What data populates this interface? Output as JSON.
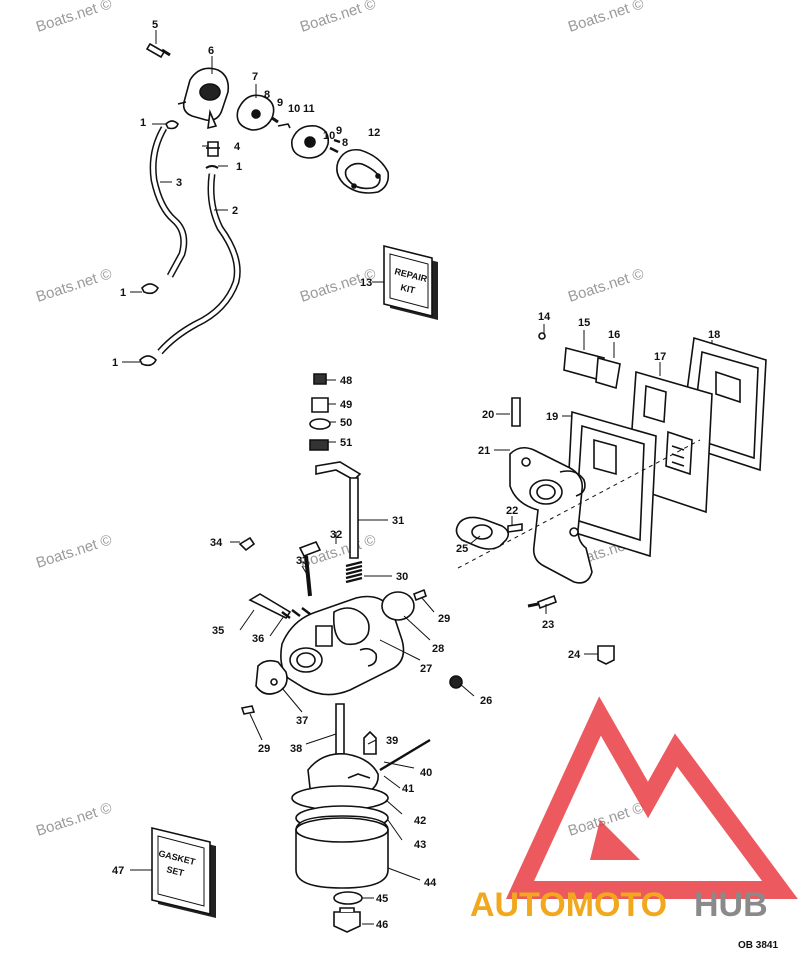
{
  "diagram": {
    "parts": [
      {
        "number": "5"
      },
      {
        "number": "6"
      },
      {
        "number": "7"
      },
      {
        "number": "8"
      },
      {
        "number": "9"
      },
      {
        "number": "10"
      },
      {
        "number": "11"
      },
      {
        "number": "12"
      },
      {
        "number": "1"
      },
      {
        "number": "4"
      },
      {
        "number": "3"
      },
      {
        "number": "2"
      },
      {
        "number": "13"
      },
      {
        "number": "14"
      },
      {
        "number": "15"
      },
      {
        "number": "16"
      },
      {
        "number": "17"
      },
      {
        "number": "18"
      },
      {
        "number": "19"
      },
      {
        "number": "20"
      },
      {
        "number": "21"
      },
      {
        "number": "22"
      },
      {
        "number": "23"
      },
      {
        "number": "24"
      },
      {
        "number": "25"
      },
      {
        "number": "26"
      },
      {
        "number": "27"
      },
      {
        "number": "28"
      },
      {
        "number": "29"
      },
      {
        "number": "30"
      },
      {
        "number": "31"
      },
      {
        "number": "32"
      },
      {
        "number": "33"
      },
      {
        "number": "34"
      },
      {
        "number": "35"
      },
      {
        "number": "36"
      },
      {
        "number": "37"
      },
      {
        "number": "38"
      },
      {
        "number": "39"
      },
      {
        "number": "40"
      },
      {
        "number": "41"
      },
      {
        "number": "42"
      },
      {
        "number": "43"
      },
      {
        "number": "44"
      },
      {
        "number": "45"
      },
      {
        "number": "46"
      },
      {
        "number": "47"
      },
      {
        "number": "48"
      },
      {
        "number": "49"
      },
      {
        "number": "50"
      },
      {
        "number": "51"
      }
    ],
    "repair_kit_line1": "REPAIR",
    "repair_kit_line2": "KIT",
    "gasket_set_line1": "GASKET",
    "gasket_set_line2": "SET",
    "figure_ref": "OB 3841"
  },
  "watermark": {
    "text": "Boats.net ©"
  },
  "brand": {
    "part1": "AUTOMOTO",
    "part2": "HUB",
    "colors": {
      "logo": "#e8343a",
      "part1": "#f2a81d",
      "part2": "#8a8a8a"
    }
  },
  "colors": {
    "ink": "#111111",
    "watermark": "#9a9a9a"
  }
}
